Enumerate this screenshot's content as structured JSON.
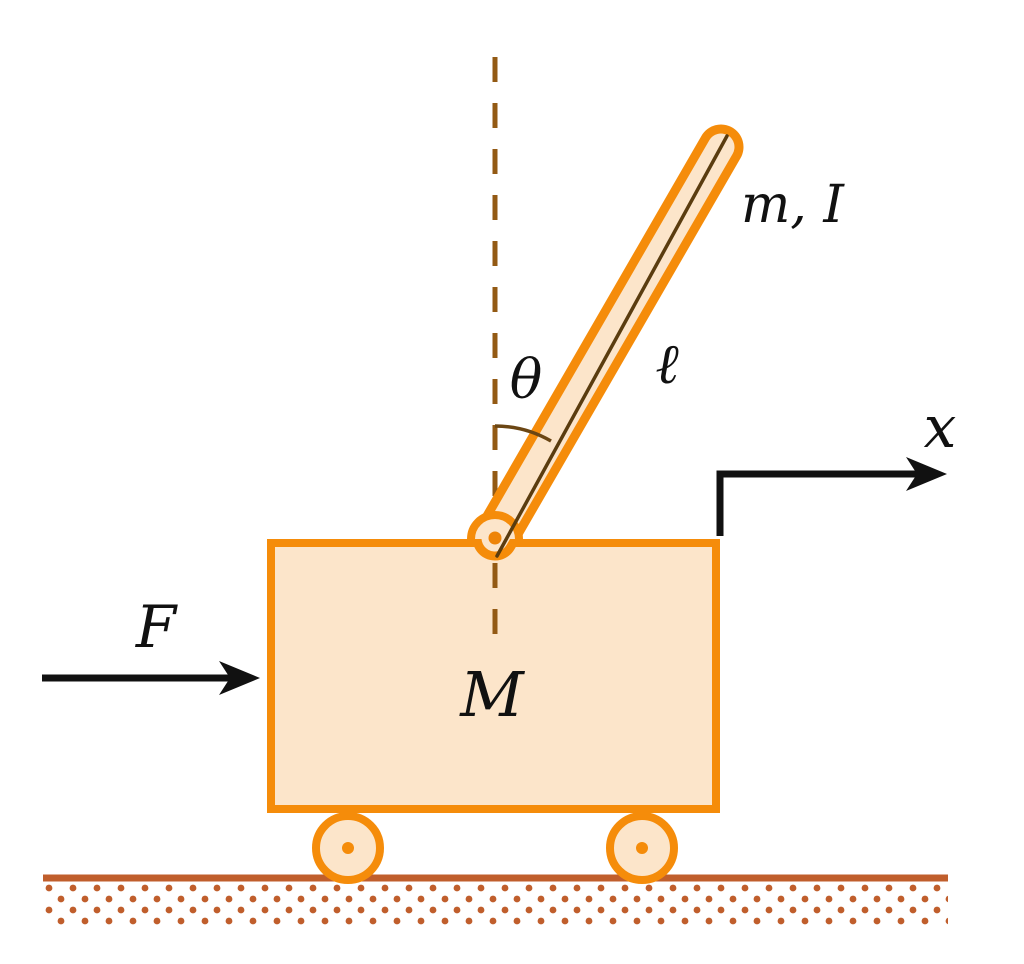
{
  "labels": {
    "pendulum_mass_inertia": "m, I",
    "pendulum_length": "ℓ",
    "tilt_angle": "θ",
    "cart_mass": "M",
    "applied_force": "F",
    "position_coordinate": "x"
  },
  "colors": {
    "orange": "#F58C0A",
    "fill-light": "#FCE5CA",
    "ground": "#C05E2C",
    "dash": "#935A14",
    "arc": "#6B4614",
    "rod-line": "#5A3C0F",
    "ink": "#111111"
  }
}
